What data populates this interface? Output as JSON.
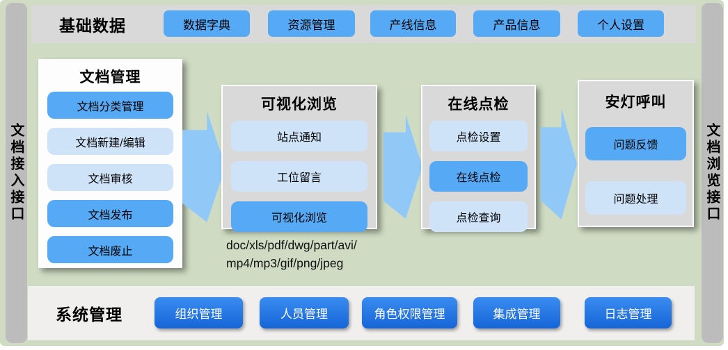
{
  "colors": {
    "bg_green": "#cfdcc3",
    "bar_gray": "#bcbcbc",
    "topbar_gray": "#d9d9d9",
    "bottombar_gray": "#f0efee",
    "panel_gray": "#d9d9d9",
    "panel_white": "#fdfdfd",
    "solid_blue": "#55a9f5",
    "light_blue": "#cfe3f8",
    "dark_blue_top": "#3b8cf0",
    "dark_blue_bottom": "#1565d8",
    "arrow_blue": "#90c8f8"
  },
  "interfaces": {
    "left": "文档接入接口",
    "right": "文档浏览接口"
  },
  "top_bar": {
    "title": "基础数据",
    "buttons": [
      "数据字典",
      "资源管理",
      "产线信息",
      "产品信息",
      "个人设置"
    ]
  },
  "bottom_bar": {
    "title": "系统管理",
    "buttons": [
      "组织管理",
      "人员管理",
      "角色权限管理",
      "集成管理",
      "日志管理"
    ]
  },
  "panels": [
    {
      "title": "文档管理",
      "items": [
        {
          "label": "文档分类管理",
          "variant": "solid"
        },
        {
          "label": "文档新建/编辑",
          "variant": "light"
        },
        {
          "label": "文档审核",
          "variant": "light"
        },
        {
          "label": "文档发布",
          "variant": "solid"
        },
        {
          "label": "文档废止",
          "variant": "solid"
        }
      ]
    },
    {
      "title": "可视化浏览",
      "items": [
        {
          "label": "站点通知",
          "variant": "light"
        },
        {
          "label": "工位留言",
          "variant": "light"
        },
        {
          "label": "可视化浏览",
          "variant": "solid"
        }
      ],
      "note_line1": "doc/xls/pdf/dwg/part/avi/",
      "note_line2": "mp4/mp3/gif/png/jpeg"
    },
    {
      "title": "在线点检",
      "items": [
        {
          "label": "点检设置",
          "variant": "light"
        },
        {
          "label": "在线点检",
          "variant": "solid"
        },
        {
          "label": "点检查询",
          "variant": "light"
        }
      ]
    },
    {
      "title": "安灯呼叫",
      "items": [
        {
          "label": "问题反馈",
          "variant": "solid"
        },
        {
          "label": "问题处理",
          "variant": "light"
        }
      ]
    }
  ]
}
